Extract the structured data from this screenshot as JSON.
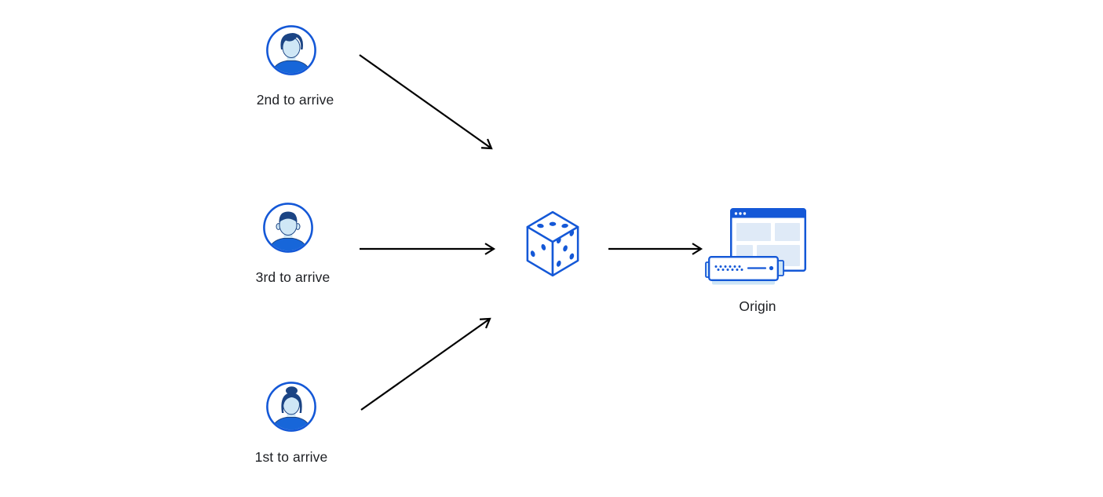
{
  "diagram": {
    "clients": [
      {
        "label": "2nd to arrive",
        "icon": "man-quiff-avatar-icon"
      },
      {
        "label": "3rd to arrive",
        "icon": "man-flattop-avatar-icon"
      },
      {
        "label": "1st to arrive",
        "icon": "woman-bun-avatar-icon"
      }
    ],
    "randomizer": {
      "icon": "dice-icon"
    },
    "origin": {
      "label": "Origin",
      "icons": [
        "browser-window-icon",
        "origin-server-icon"
      ]
    },
    "colors": {
      "accent_blue": "#1458d7",
      "shirt_blue": "#1766d9",
      "navy_outline": "#1b4484",
      "skin_light_blue": "#cfe7f6",
      "panel_light_blue": "#dfeaf7",
      "server_base_blue": "#cde5f7",
      "arrow_black": "#000000",
      "label_text": "#1d1f23",
      "background": "#ffffff"
    }
  }
}
